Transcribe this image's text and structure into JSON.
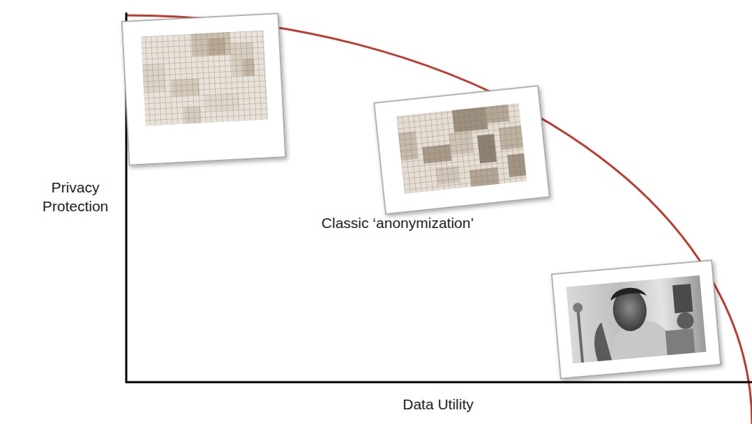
{
  "diagram": {
    "labels": [
      "Privacy Protection",
      "Classic ‘anonymization’",
      "Data Utility"
    ]
  }
}
